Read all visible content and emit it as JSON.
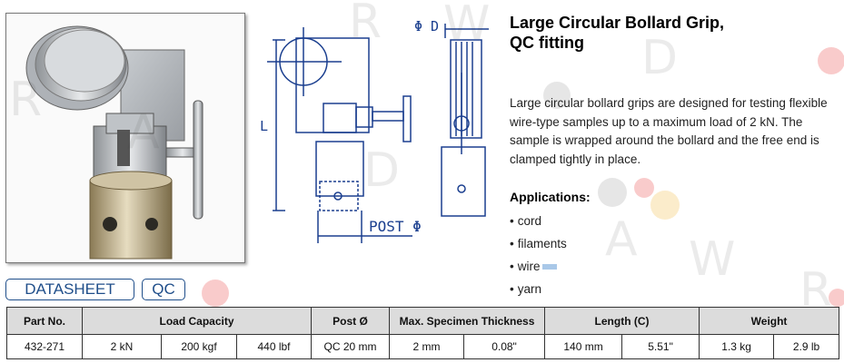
{
  "watermark": {
    "letters": [
      "R",
      "A",
      "D",
      "W",
      "A",
      "R",
      "D"
    ]
  },
  "product": {
    "title_line1": "Large Circular Bollard Grip,",
    "title_line2": "QC fitting",
    "description": "Large circular bollard grips are designed for testing flexible wire-type samples up to a maximum load of 2 kN.  The sample is wrapped around the bollard and the free end is clamped tightly in place.",
    "applications_heading": "Applications:",
    "applications": [
      "cord",
      "filaments",
      "wire",
      "yarn"
    ]
  },
  "drawing": {
    "dim_length": "L",
    "dim_post": "POST Φ",
    "dim_top": "Φ D"
  },
  "badges": {
    "datasheet": "DATASHEET",
    "qc": "QC"
  },
  "table": {
    "headers": {
      "part_no": "Part No.",
      "load_capacity": "Load Capacity",
      "post": "Post Ø",
      "thickness": "Max. Specimen Thickness",
      "length": "Length (C)",
      "weight": "Weight"
    },
    "row": {
      "part_no": "432-271",
      "load_kn": "2 kN",
      "load_kgf": "200 kgf",
      "load_lbf": "440 lbf",
      "post": "QC 20 mm",
      "thickness_mm": "2 mm",
      "thickness_in": "0.08\"",
      "length_mm": "140 mm",
      "length_in": "5.51\"",
      "weight_kg": "1.3 kg",
      "weight_lb": "2.9 lb"
    }
  },
  "colors": {
    "badge": "#1f4e8a",
    "header_bg": "#dcdcdc",
    "dot_red": "#f4b4b4",
    "dot_grey": "#d9d9d9",
    "dot_yellow": "#f8e3b0"
  }
}
